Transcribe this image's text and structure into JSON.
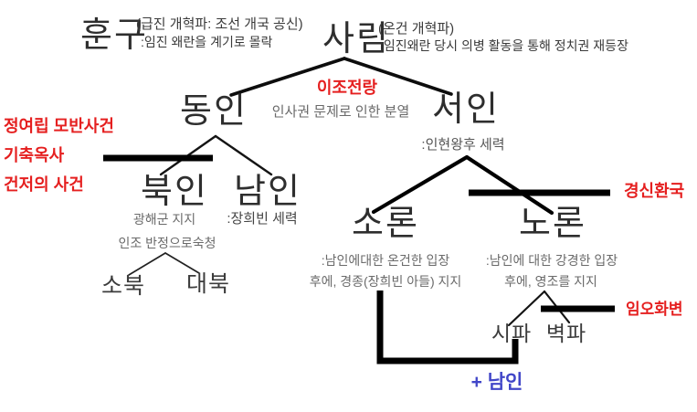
{
  "diagram": {
    "roots": {
      "hungu": {
        "name": "훈구",
        "note1": "(급진 개혁파: 조선 개국 공신)",
        "note2": ":임진 왜란을 계기로 몰락"
      },
      "sarim": {
        "name": "사림",
        "note1": "(온건 개혁파)",
        "note2": ":임진왜란 당시 의병 활동을 통해 정치권 재등장"
      }
    },
    "split": {
      "event": "이조전랑",
      "desc": "인사권 문제로 인한 분열"
    },
    "nodes": {
      "dongin": {
        "name": "동인"
      },
      "seoin": {
        "name": "서인",
        "desc": ":인현왕후 세력"
      },
      "bukin": {
        "name": "북인",
        "desc1": "광해군 지지",
        "desc2": "인조 반정으로숙청"
      },
      "namin": {
        "name": "남인",
        "desc": ":장희빈 세력"
      },
      "sobuk": {
        "name": "소북"
      },
      "daebuk": {
        "name": "대북"
      },
      "soron": {
        "name": "소론",
        "desc1": ":남인에대한 온건한 입장",
        "desc2": "후에, 경종(장희빈 아들) 지지"
      },
      "noron": {
        "name": "노론",
        "desc1": ":남인에 대한 강경한 입장",
        "desc2": "후에, 영조를 지지"
      },
      "sipa": {
        "name": "시파"
      },
      "byeokpa": {
        "name": "벽파"
      }
    },
    "events": {
      "left": [
        "정여립 모반사건",
        "기축옥사",
        "건저의 사건"
      ],
      "gyeongsin": "경신환국",
      "imo": "임오화변"
    },
    "merge_label": "+ 남인",
    "colors": {
      "event_red": "#e51f1f",
      "merge_blue": "#4146c8",
      "line_black": "#000000",
      "text_dark": "#2e2e2e",
      "text_gray": "#6a6a6a"
    }
  }
}
